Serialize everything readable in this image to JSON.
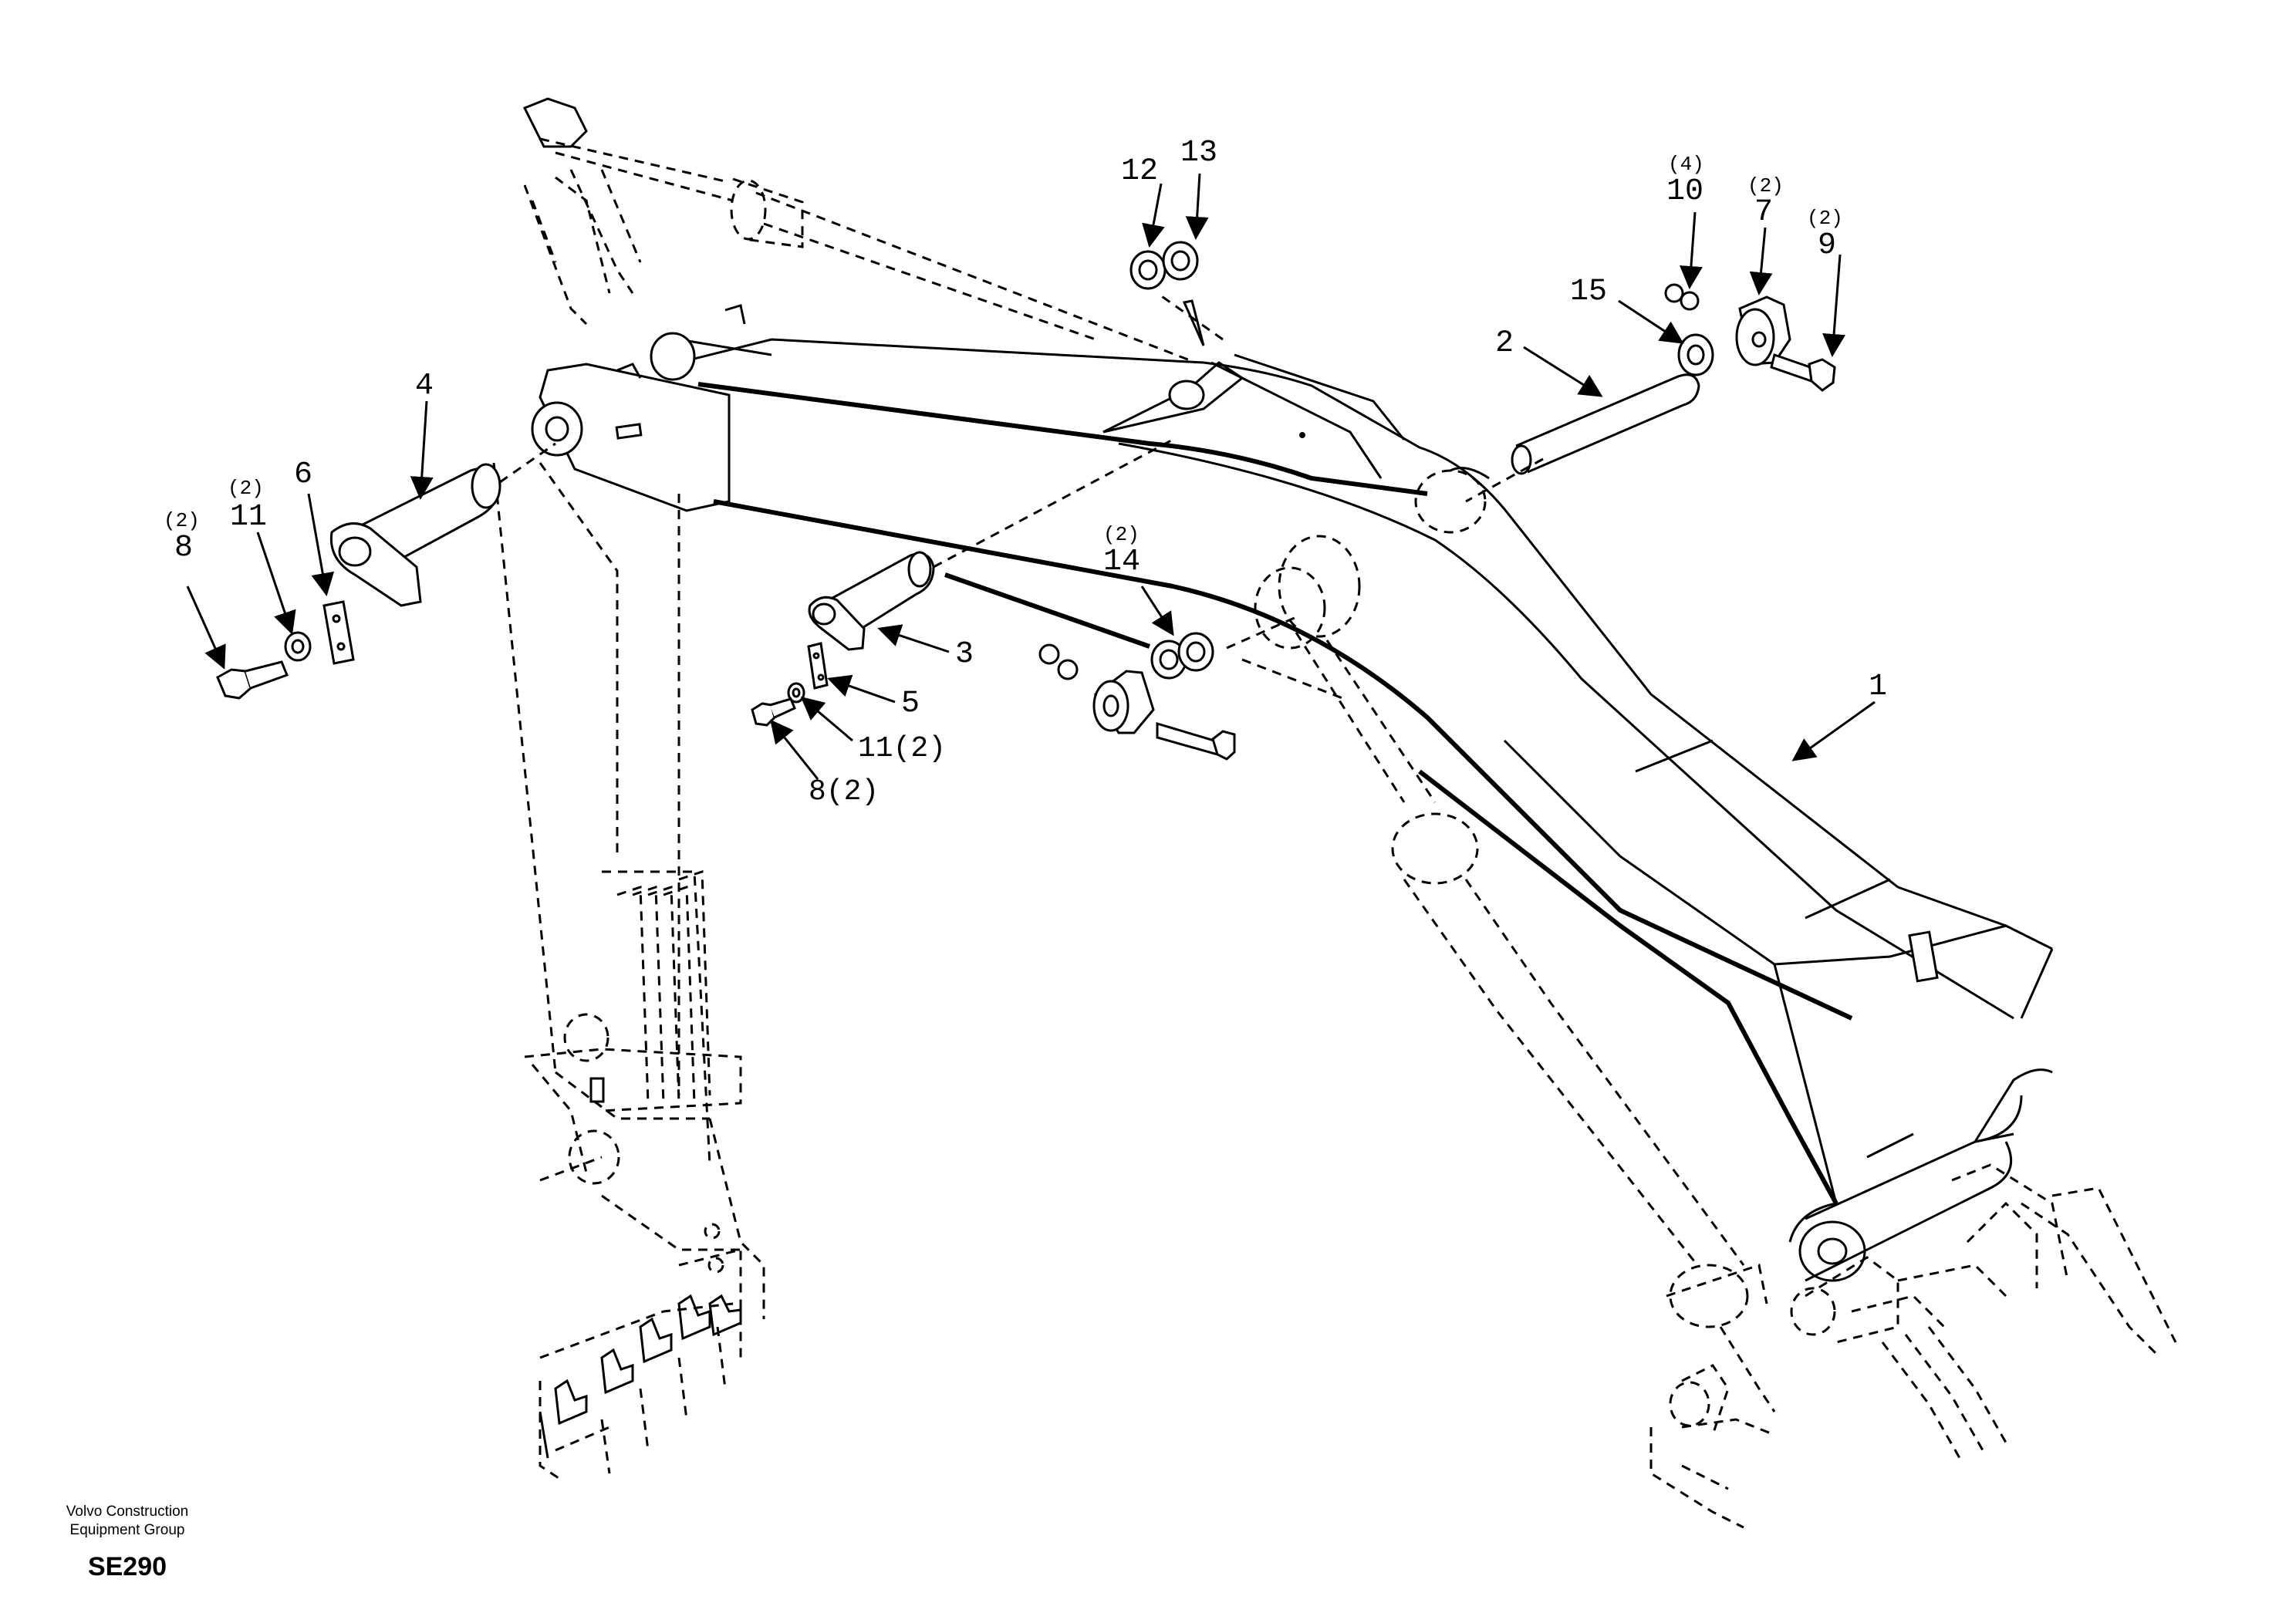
{
  "diagram": {
    "callouts": [
      {
        "id": "1",
        "qty": ""
      },
      {
        "id": "2",
        "qty": ""
      },
      {
        "id": "3",
        "qty": ""
      },
      {
        "id": "4",
        "qty": ""
      },
      {
        "id": "5",
        "qty": ""
      },
      {
        "id": "6",
        "qty": ""
      },
      {
        "id": "7",
        "qty": "(2)"
      },
      {
        "id": "8",
        "qty": "(2)"
      },
      {
        "id": "9",
        "qty": "(2)"
      },
      {
        "id": "10",
        "qty": "(4)"
      },
      {
        "id": "11",
        "qty": "(2)"
      },
      {
        "id": "12",
        "qty": ""
      },
      {
        "id": "13",
        "qty": ""
      },
      {
        "id": "14",
        "qty": "(2)"
      },
      {
        "id": "15",
        "qty": ""
      }
    ],
    "inline_labels": {
      "item_11_alt": "11(2)",
      "item_8_alt": "8(2)"
    }
  },
  "footer": {
    "company_line1": "Volvo Construction",
    "company_line2": "Equipment Group",
    "code": "SE290"
  }
}
